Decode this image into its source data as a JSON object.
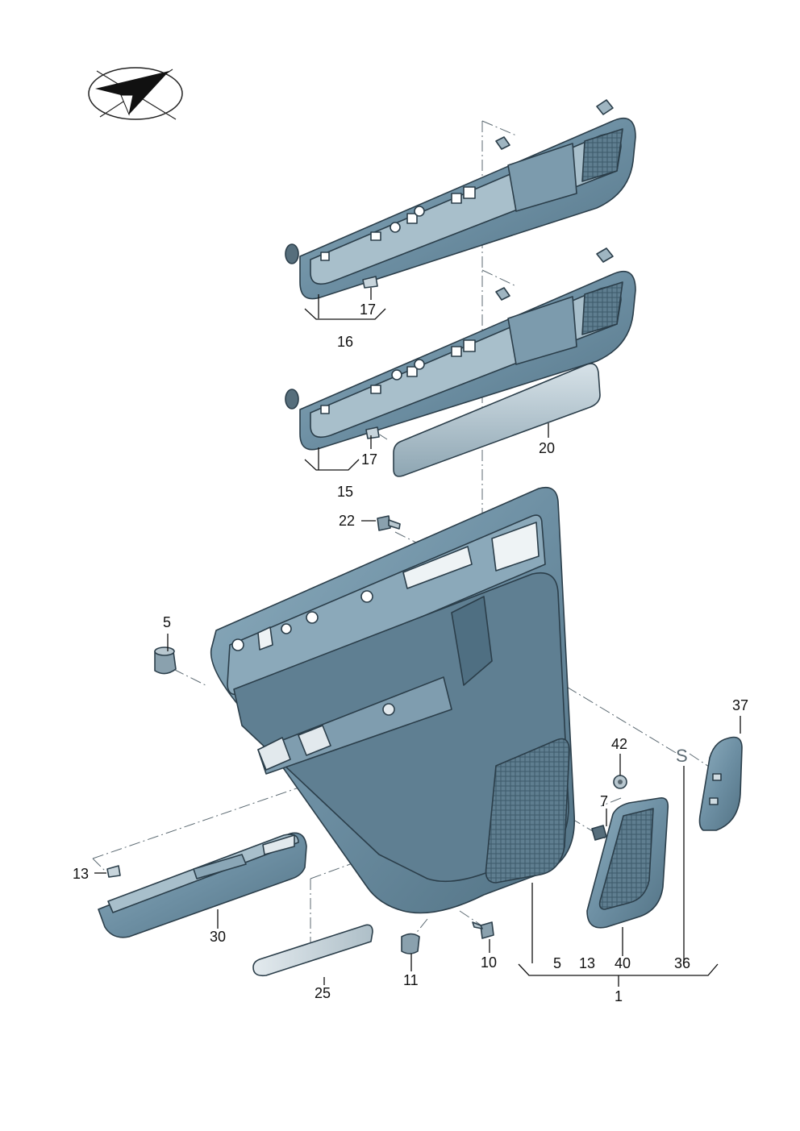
{
  "labels": {
    "l16": "16",
    "l17a": "17",
    "l15": "15",
    "l17b": "17",
    "l20": "20",
    "l22": "22",
    "l5a": "5",
    "l37": "37",
    "l42": "42",
    "l7": "7",
    "l13a": "13",
    "l30": "30",
    "l25": "25",
    "l11": "11",
    "l10": "10",
    "l5b": "5",
    "l13b": "13",
    "l40": "40",
    "l36": "36",
    "l1": "1",
    "sMark": "S"
  },
  "colors": {
    "panel": "#6d8fa3",
    "panelDark": "#4f6f82",
    "panelLight": "#a9c0cc",
    "trim": "#b9c9d2",
    "metal": "#d4dde2",
    "outline": "#2b3e4a"
  },
  "icons": [
    "direction-arrow-icon"
  ]
}
